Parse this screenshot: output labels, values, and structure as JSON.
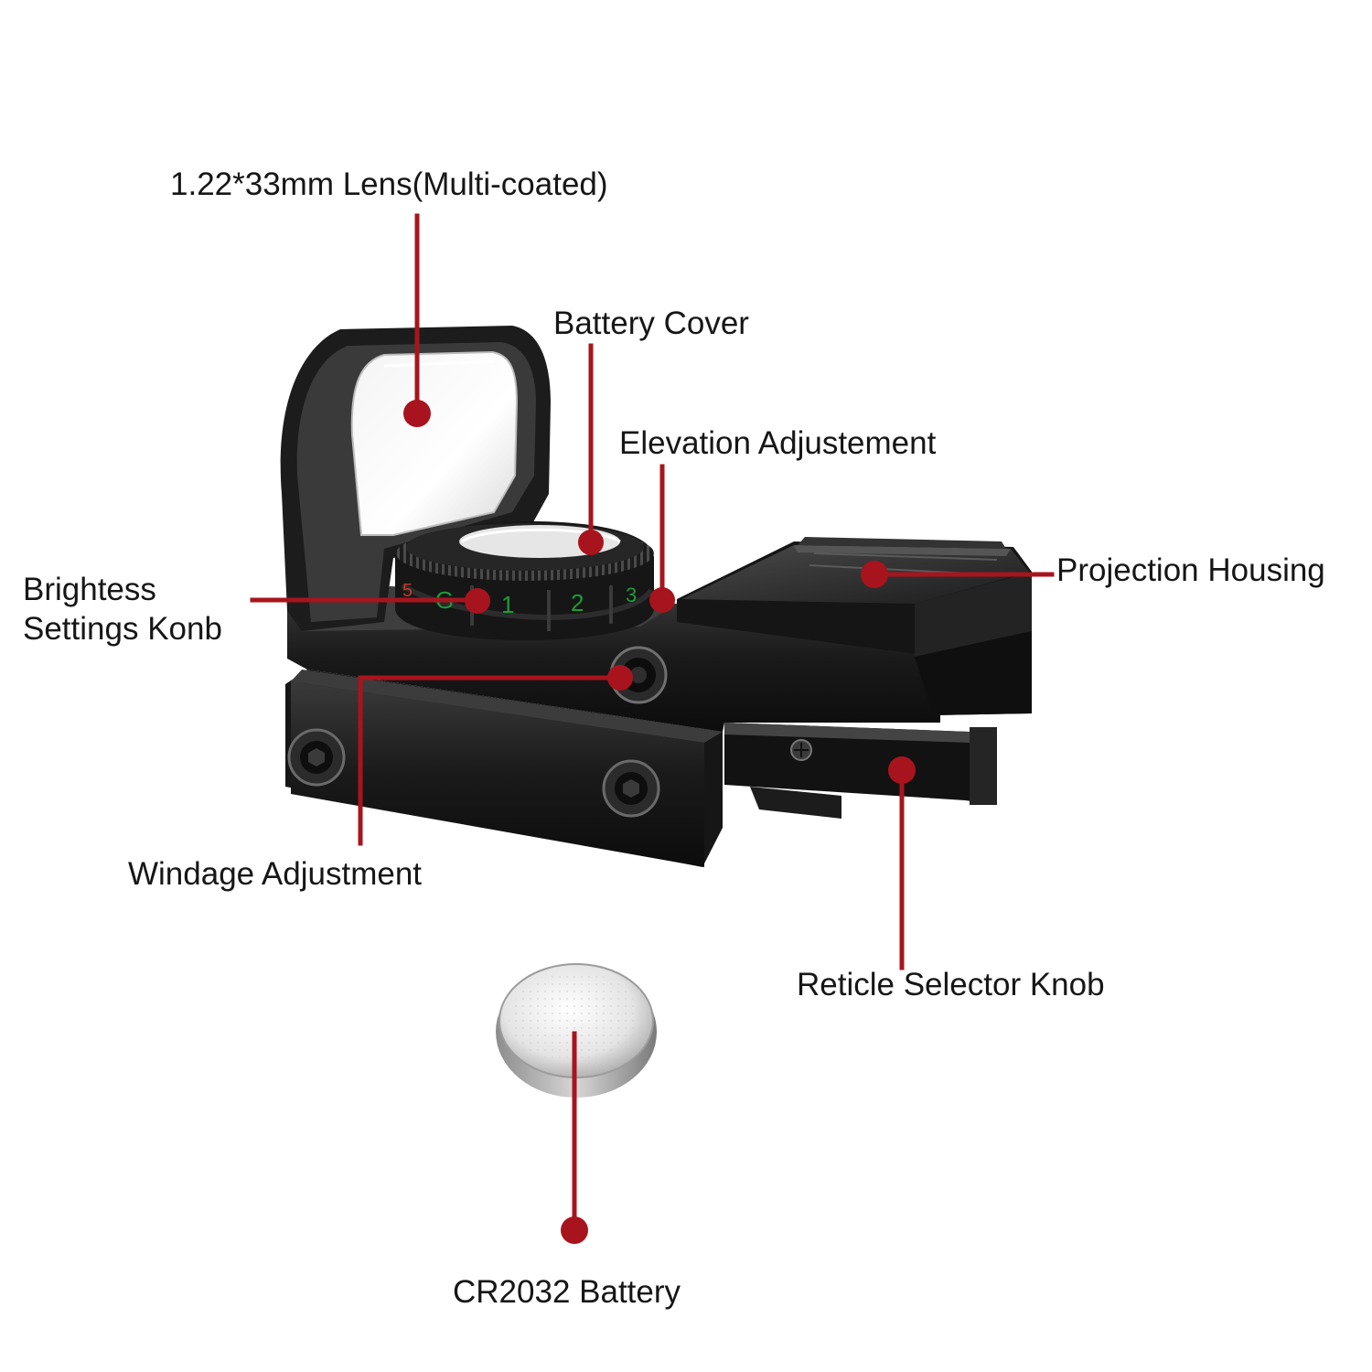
{
  "colors": {
    "leader": "#a8141d",
    "body_dark": "#141414",
    "body_mid": "#2a2a2a",
    "metal": "#9a9a9a",
    "dial_digits": "#1f9a3a",
    "dial_digit_red": "#c0392b"
  },
  "labels": {
    "lens": "1.22*33mm Lens(Multi-coated)",
    "battery_cover": "Battery Cover",
    "elevation": "Elevation Adjustement",
    "projection_housing": "Projection Housing",
    "brightness_line1": "Brightess",
    "brightness_line2": "Settings Konb",
    "windage": "Windage Adjustment",
    "reticle_selector": "Reticle Selector Knob",
    "battery": "CR2032 Battery"
  },
  "dial_digits": [
    "5",
    "G",
    "1",
    "2",
    "3"
  ]
}
